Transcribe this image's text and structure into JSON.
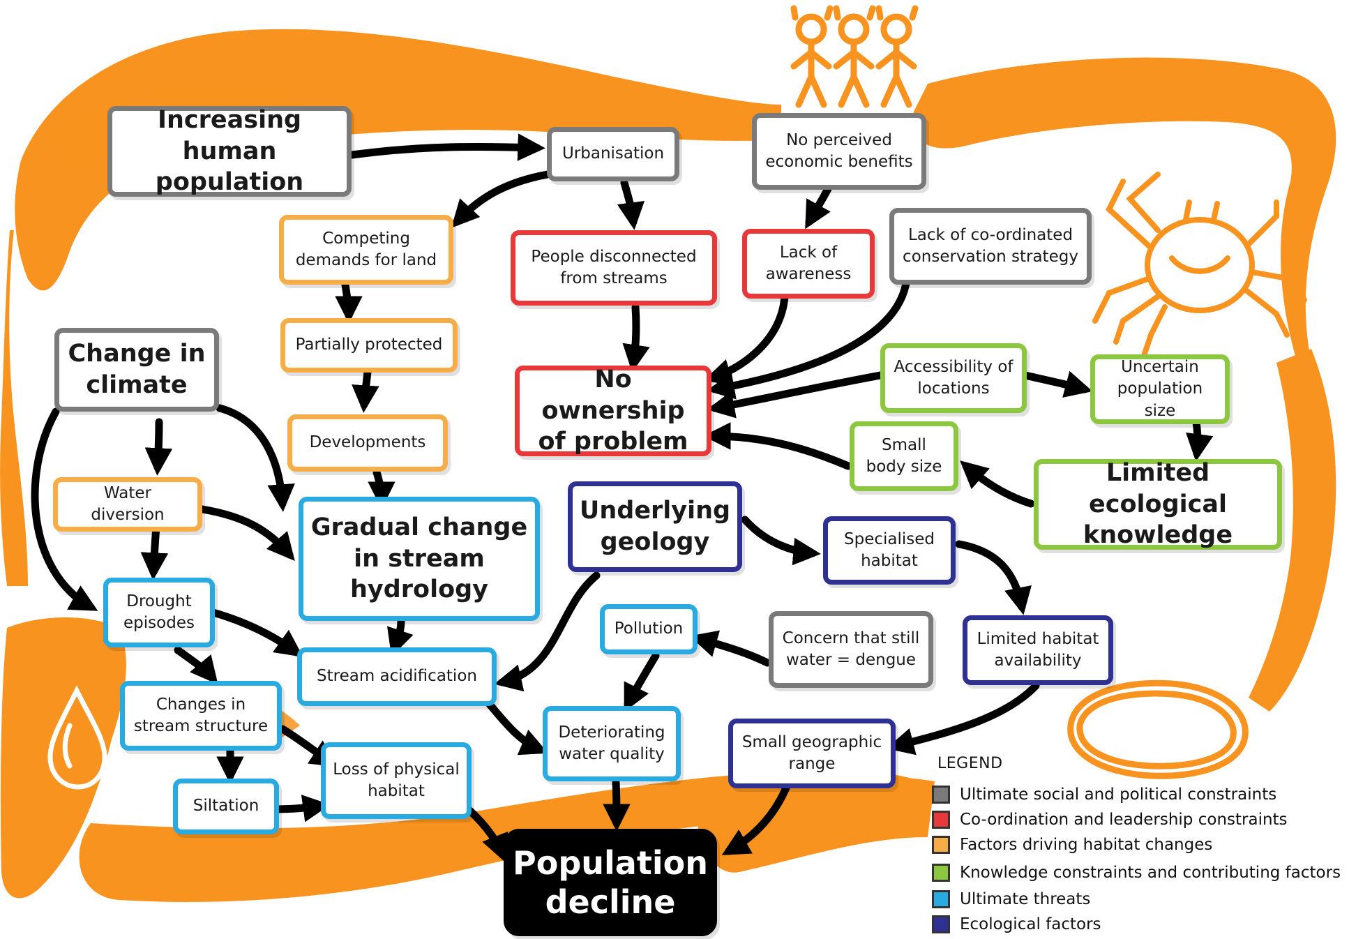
{
  "colors": {
    "paint": "#f7931e",
    "arrow": "#000000",
    "ultimate_social": "#7a7a7a",
    "coordination": "#e8383a",
    "habitat_drivers": "#f7ad47",
    "knowledge": "#8dc63f",
    "ultimate_threats": "#29abe2",
    "ecological": "#2e3192"
  },
  "nodes": {
    "increasing_population": "Increasing human population",
    "urbanisation": "Urbanisation",
    "no_economic_benefits": "No perceived economic benefits",
    "competing_demands": "Competing demands for land",
    "people_disconnected": "People disconnected from streams",
    "lack_of_awareness": "Lack of awareness",
    "lack_of_strategy": "Lack of co-ordinated conservation strategy",
    "change_in_climate": "Change in climate",
    "partially_protected": "Partially protected",
    "no_ownership": "No ownership of problem",
    "accessibility": "Accessibility of locations",
    "uncertain_population": "Uncertain population size",
    "developments": "Developments",
    "small_body": "Small body size",
    "limited_knowledge": "Limited ecological knowledge",
    "water_diversion": "Water diversion",
    "gradual_change": "Gradual change in stream hydrology",
    "underlying_geology": "Underlying geology",
    "specialised_habitat": "Specialised habitat",
    "drought_episodes": "Drought episodes",
    "pollution": "Pollution",
    "concern_dengue": "Concern that still water = dengue",
    "limited_habitat": "Limited habitat availability",
    "stream_acidification": "Stream acidification",
    "changes_structure": "Changes in stream structure",
    "deteriorating_water": "Deteriorating water quality",
    "small_range": "Small geographic range",
    "loss_habitat": "Loss of physical habitat",
    "siltation": "Siltation",
    "population_decline": "Population decline"
  },
  "legend": {
    "title": "LEGEND",
    "items": [
      {
        "label": "Ultimate social and political constraints",
        "color": "#7a7a7a"
      },
      {
        "label": "Co-ordination and leadership constraints",
        "color": "#e8383a"
      },
      {
        "label": "Factors driving habitat changes",
        "color": "#f7ad47"
      },
      {
        "label": "Knowledge constraints and contributing factors",
        "color": "#8dc63f"
      },
      {
        "label": "Ultimate threats",
        "color": "#29abe2"
      },
      {
        "label": "Ecological factors",
        "color": "#2e3192"
      }
    ]
  },
  "edges": [
    [
      "increasing_population",
      "urbanisation"
    ],
    [
      "urbanisation",
      "competing_demands"
    ],
    [
      "urbanisation",
      "people_disconnected"
    ],
    [
      "no_economic_benefits",
      "lack_of_awareness"
    ],
    [
      "competing_demands",
      "partially_protected"
    ],
    [
      "partially_protected",
      "developments"
    ],
    [
      "developments",
      "gradual_change"
    ],
    [
      "people_disconnected",
      "no_ownership"
    ],
    [
      "lack_of_awareness",
      "no_ownership"
    ],
    [
      "lack_of_strategy",
      "no_ownership"
    ],
    [
      "accessibility",
      "no_ownership"
    ],
    [
      "accessibility",
      "uncertain_population"
    ],
    [
      "uncertain_population",
      "limited_knowledge"
    ],
    [
      "limited_knowledge",
      "small_body"
    ],
    [
      "small_body",
      "no_ownership"
    ],
    [
      "change_in_climate",
      "water_diversion"
    ],
    [
      "change_in_climate",
      "gradual_change"
    ],
    [
      "change_in_climate",
      "drought_episodes"
    ],
    [
      "water_diversion",
      "gradual_change"
    ],
    [
      "water_diversion",
      "drought_episodes"
    ],
    [
      "drought_episodes",
      "stream_acidification"
    ],
    [
      "drought_episodes",
      "changes_structure"
    ],
    [
      "gradual_change",
      "stream_acidification"
    ],
    [
      "underlying_geology",
      "stream_acidification"
    ],
    [
      "underlying_geology",
      "specialised_habitat"
    ],
    [
      "specialised_habitat",
      "limited_habitat"
    ],
    [
      "limited_habitat",
      "small_range"
    ],
    [
      "small_range",
      "population_decline"
    ],
    [
      "concern_dengue",
      "pollution"
    ],
    [
      "pollution",
      "deteriorating_water"
    ],
    [
      "stream_acidification",
      "deteriorating_water"
    ],
    [
      "deteriorating_water",
      "population_decline"
    ],
    [
      "changes_structure",
      "siltation"
    ],
    [
      "changes_structure",
      "loss_habitat"
    ],
    [
      "siltation",
      "loss_habitat"
    ],
    [
      "loss_habitat",
      "population_decline"
    ]
  ]
}
